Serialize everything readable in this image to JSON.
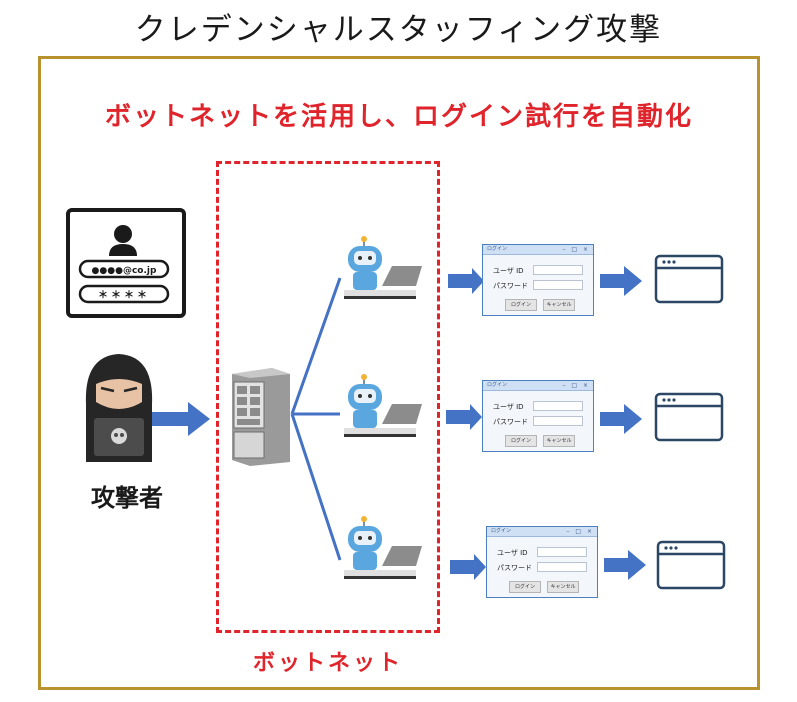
{
  "title": "クレデンシャルスタッフィング攻撃",
  "headline": "ボットネットを活用し、ログイン試行を自動化",
  "botnet_label": "ボットネット",
  "attacker_label": "攻撃者",
  "credential_card": {
    "email_mask": "●●●●@co.jp",
    "password_mask": "＊＊＊＊"
  },
  "login_dialogs": [
    {
      "window_title": "ログイン",
      "user_label": "ユーザ ID",
      "password_label": "パスワード",
      "login_button": "ログイン",
      "cancel_button": "キャンセル"
    },
    {
      "window_title": "ログイン",
      "user_label": "ユーザ ID",
      "password_label": "パスワード",
      "login_button": "ログイン",
      "cancel_button": "キャンセル"
    },
    {
      "window_title": "ログイン",
      "user_label": "ユーザ ID",
      "password_label": "パスワード",
      "login_button": "ログイン",
      "cancel_button": "キャンセル"
    }
  ],
  "colors": {
    "accent_red": "#e0242b",
    "frame_gold": "#b8922c",
    "arrow_blue": "#4472c4",
    "browser_navy": "#2c4766"
  },
  "icons": [
    "person-icon",
    "hacker-icon",
    "skull-icon",
    "server-icon",
    "robot-icon",
    "laptop-icon",
    "browser-window-icon",
    "arrow-right-icon"
  ]
}
